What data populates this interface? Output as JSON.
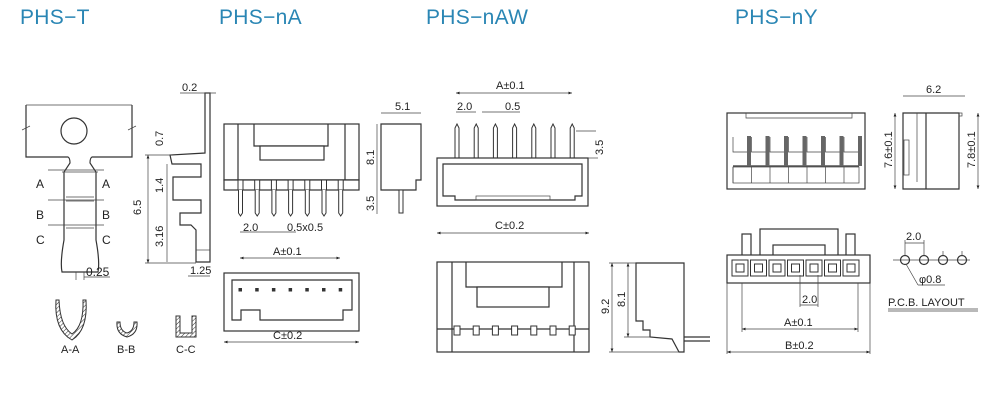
{
  "titles": {
    "phs_t": "PHS−T",
    "phs_na": "PHS−nA",
    "phs_naw": "PHS−nAW",
    "phs_ny": "PHS−nY"
  },
  "accent_color": "#2a86b4",
  "phs_t": {
    "dim_thickness": "0.2",
    "dim_top": "0.7",
    "dim_total": "6.5",
    "dim_mid": "1.4",
    "dim_bottom": "3.16",
    "dim_tip": "0.25",
    "dim_width": "1.25",
    "section_marks": [
      "A",
      "A",
      "B",
      "B",
      "C",
      "C"
    ],
    "sections": [
      "A-A",
      "B-B",
      "C-C"
    ]
  },
  "phs_na": {
    "dim_pitch": "2.0",
    "dim_pin": "0.5x0.5",
    "dim_a": "A±0.1",
    "dim_c": "C±0.2",
    "side_width": "5.1",
    "side_height": "8.1",
    "side_pin": "3.5"
  },
  "phs_naw": {
    "dim_a": "A±0.1",
    "dim_pitch": "2.0",
    "dim_pin": "0.5",
    "dim_pin_len": "3.5",
    "dim_c": "C±0.2",
    "side_total": "9.2",
    "side_body": "8.1"
  },
  "phs_ny": {
    "side_width": "6.2",
    "side_h1": "7.6±0.1",
    "side_h2": "7.8±0.1",
    "dim_pitch": "2.0",
    "dim_a": "A±0.1",
    "dim_b": "B±0.2",
    "pcb_pitch": "2.0",
    "pcb_hole": "φ0.8",
    "pcb_label": "P.C.B. LAYOUT"
  }
}
